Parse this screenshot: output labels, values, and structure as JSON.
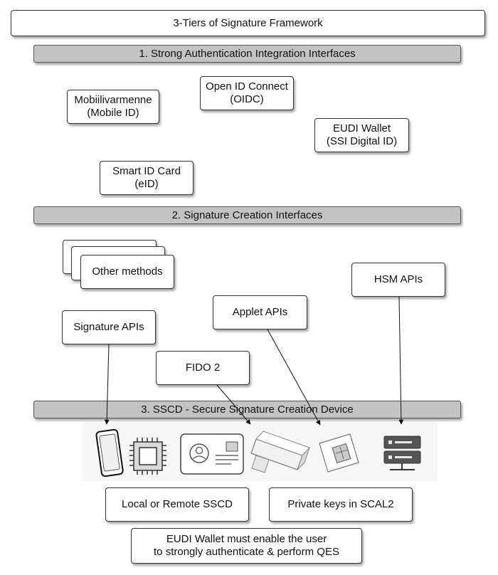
{
  "title": "3-Tiers of Signature Framework",
  "tier1": {
    "label": "1. Strong Authentication Integration Interfaces",
    "methods": {
      "mobile_id": "Mobiilivarmenne\n(Mobile ID)",
      "oidc": "Open ID Connect\n(OIDC)",
      "eudi_wallet": "EUDI Wallet\n(SSI Digital ID)",
      "smart_id": "Smart ID Card\n(eID)"
    }
  },
  "tier2": {
    "label": "2. Signature Creation Interfaces",
    "interfaces": {
      "other_methods": "Other methods",
      "hsm_apis": "HSM APIs",
      "applet_apis": "Applet APIs",
      "signature_apis": "Signature APIs",
      "fido2": "FIDO 2"
    }
  },
  "tier3": {
    "label": "3. SSCD - Secure Signature Creation Device",
    "devices": [
      "smartphone-icon",
      "chip-icon",
      "id-card-icon",
      "usb-token-icon",
      "sim-card-icon",
      "server-icon"
    ]
  },
  "notes": {
    "local_remote": "Local or Remote SSCD",
    "private_keys": "Private keys in SCAL2",
    "eudi_requirement": "EUDI Wallet must enable the user\nto strongly authenticate & perform QES"
  }
}
